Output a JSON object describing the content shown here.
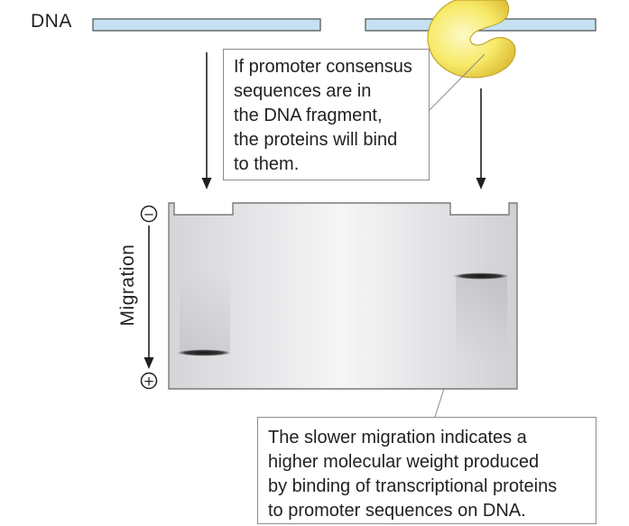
{
  "dna_label": "DNA",
  "callout_top": {
    "lines": [
      "If promoter consensus",
      "sequences are in",
      "the DNA fragment,",
      "the proteins will bind",
      "to them."
    ]
  },
  "callout_bottom": {
    "lines": [
      "The slower migration indicates a",
      "higher molecular weight produced",
      "by binding of transcriptional proteins",
      "to promoter sequences on DNA."
    ]
  },
  "migration_label": "Migration",
  "minus_symbol": "−",
  "plus_symbol": "+",
  "colors": {
    "dna_fill": "#c5e1f2",
    "dna_stroke": "#4d4d4d",
    "protein_fill": "#f7e96a",
    "gel_light": "#f4f4f5",
    "gel_dark": "#d2d3d6",
    "band": "#1e1e1e"
  }
}
